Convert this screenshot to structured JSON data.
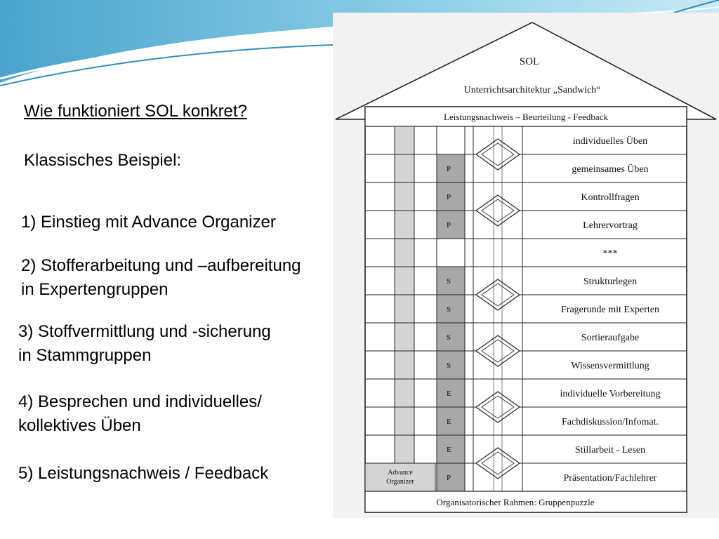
{
  "slide": {
    "title": "Wie funktioniert SOL konkret?",
    "subtitle": "Klassisches Beispiel:",
    "steps": [
      {
        "line1": "1) Einstieg mit Advance Organizer",
        "line2": ""
      },
      {
        "line1": "2) Stofferarbeitung und –aufbereitung",
        "line2": "in Expertengruppen"
      },
      {
        "line1": "3) Stoffvermittlung und -sicherung",
        "line2": "in Stammgruppen"
      },
      {
        "line1": "4) Besprechen und individuelles/",
        "line2": "kollektives Üben"
      },
      {
        "line1": "5) Leistungsnachweis / Feedback",
        "line2": ""
      }
    ]
  },
  "diagram": {
    "roof_title": "SOL",
    "roof_subtitle": "Unterrichtsarchitektur „Sandwich“",
    "top_bar": "Leistungsnachweis – Beurteilung - Feedback",
    "advance_organizer_line1": "Advance",
    "advance_organizer_line2": "Organizer",
    "bottom_bar": "Organisatorischer Rahmen: Gruppenpuzzle",
    "rows": [
      {
        "letter": "",
        "label": "individuelles Üben"
      },
      {
        "letter": "P",
        "label": "gemeinsames Üben"
      },
      {
        "letter": "P",
        "label": "Kontrollfragen"
      },
      {
        "letter": "P",
        "label": "Lehrervortrag"
      },
      {
        "letter": "",
        "label": "***"
      },
      {
        "letter": "S",
        "label": "Strukturlegen"
      },
      {
        "letter": "S",
        "label": "Fragerunde mit Experten"
      },
      {
        "letter": "S",
        "label": "Sortieraufgabe"
      },
      {
        "letter": "S",
        "label": "Wissensvermittlung"
      },
      {
        "letter": "E",
        "label": "individuelle Vorbereitung"
      },
      {
        "letter": "E",
        "label": "Fachdiskussion/Infomat."
      },
      {
        "letter": "E",
        "label": "Stillarbeit - Lesen"
      },
      {
        "letter": "P",
        "label": "Präsentation/Fachlehrer"
      }
    ],
    "colors": {
      "line": "#222222",
      "dark_cell": "#a8a8a8",
      "light_col": "#d4d4d4",
      "swoosh": "#5fb3d6"
    }
  }
}
